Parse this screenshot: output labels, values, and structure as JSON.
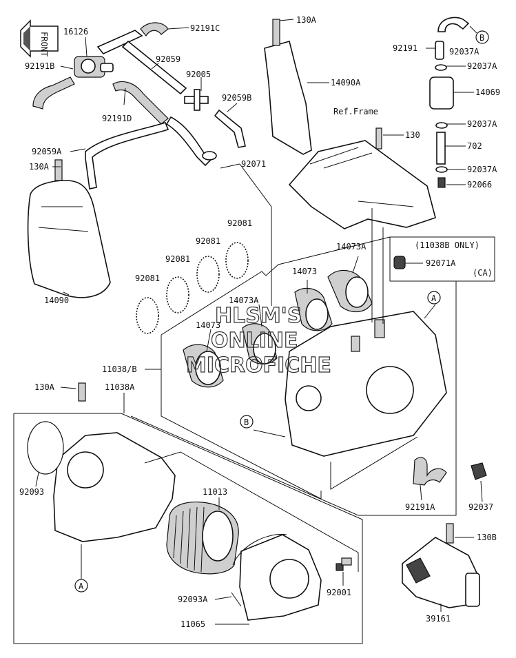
{
  "front_tag": "FRONT",
  "ref_frame": "Ref.Frame",
  "inset_note": {
    "line1": "(11038B ONLY)",
    "line2": "(CA)"
  },
  "callouts": {
    "a": "A",
    "b": "B"
  },
  "watermark": [
    "HLSM'S",
    "ONLINE",
    "MICROFICHE"
  ],
  "parts": {
    "p16126": "16126",
    "p92191C": "92191C",
    "p92191B": "92191B",
    "p92059": "92059",
    "p92005": "92005",
    "p92059B": "92059B",
    "p92191D": "92191D",
    "p92059A": "92059A",
    "p130A_top_left": "130A",
    "p14090": "14090",
    "p130A_top": "130A",
    "p14090A": "14090A",
    "p92071": "92071",
    "p130": "130",
    "p92191": "92191",
    "p92037A_1": "92037A",
    "p92037A_2": "92037A",
    "p14069": "14069",
    "p92037A_3": "92037A",
    "p702": "702",
    "p92037A_4": "92037A",
    "p92066": "92066",
    "p92081_1": "92081",
    "p92081_2": "92081",
    "p92081_3": "92081",
    "p92081_4": "92081",
    "p14073A_1": "14073A",
    "p14073_1": "14073",
    "p14073A_2": "14073A",
    "p14073_2": "14073",
    "p92071A": "92071A",
    "p11038B": "11038/B",
    "p130A_mid": "130A",
    "p11038A": "11038A",
    "p92093": "92093",
    "p11013": "11013",
    "p92191A": "92191A",
    "p92037": "92037",
    "p92001": "92001",
    "p92093A": "92093A",
    "p11065": "11065",
    "p130B": "130B",
    "p39161": "39161"
  }
}
